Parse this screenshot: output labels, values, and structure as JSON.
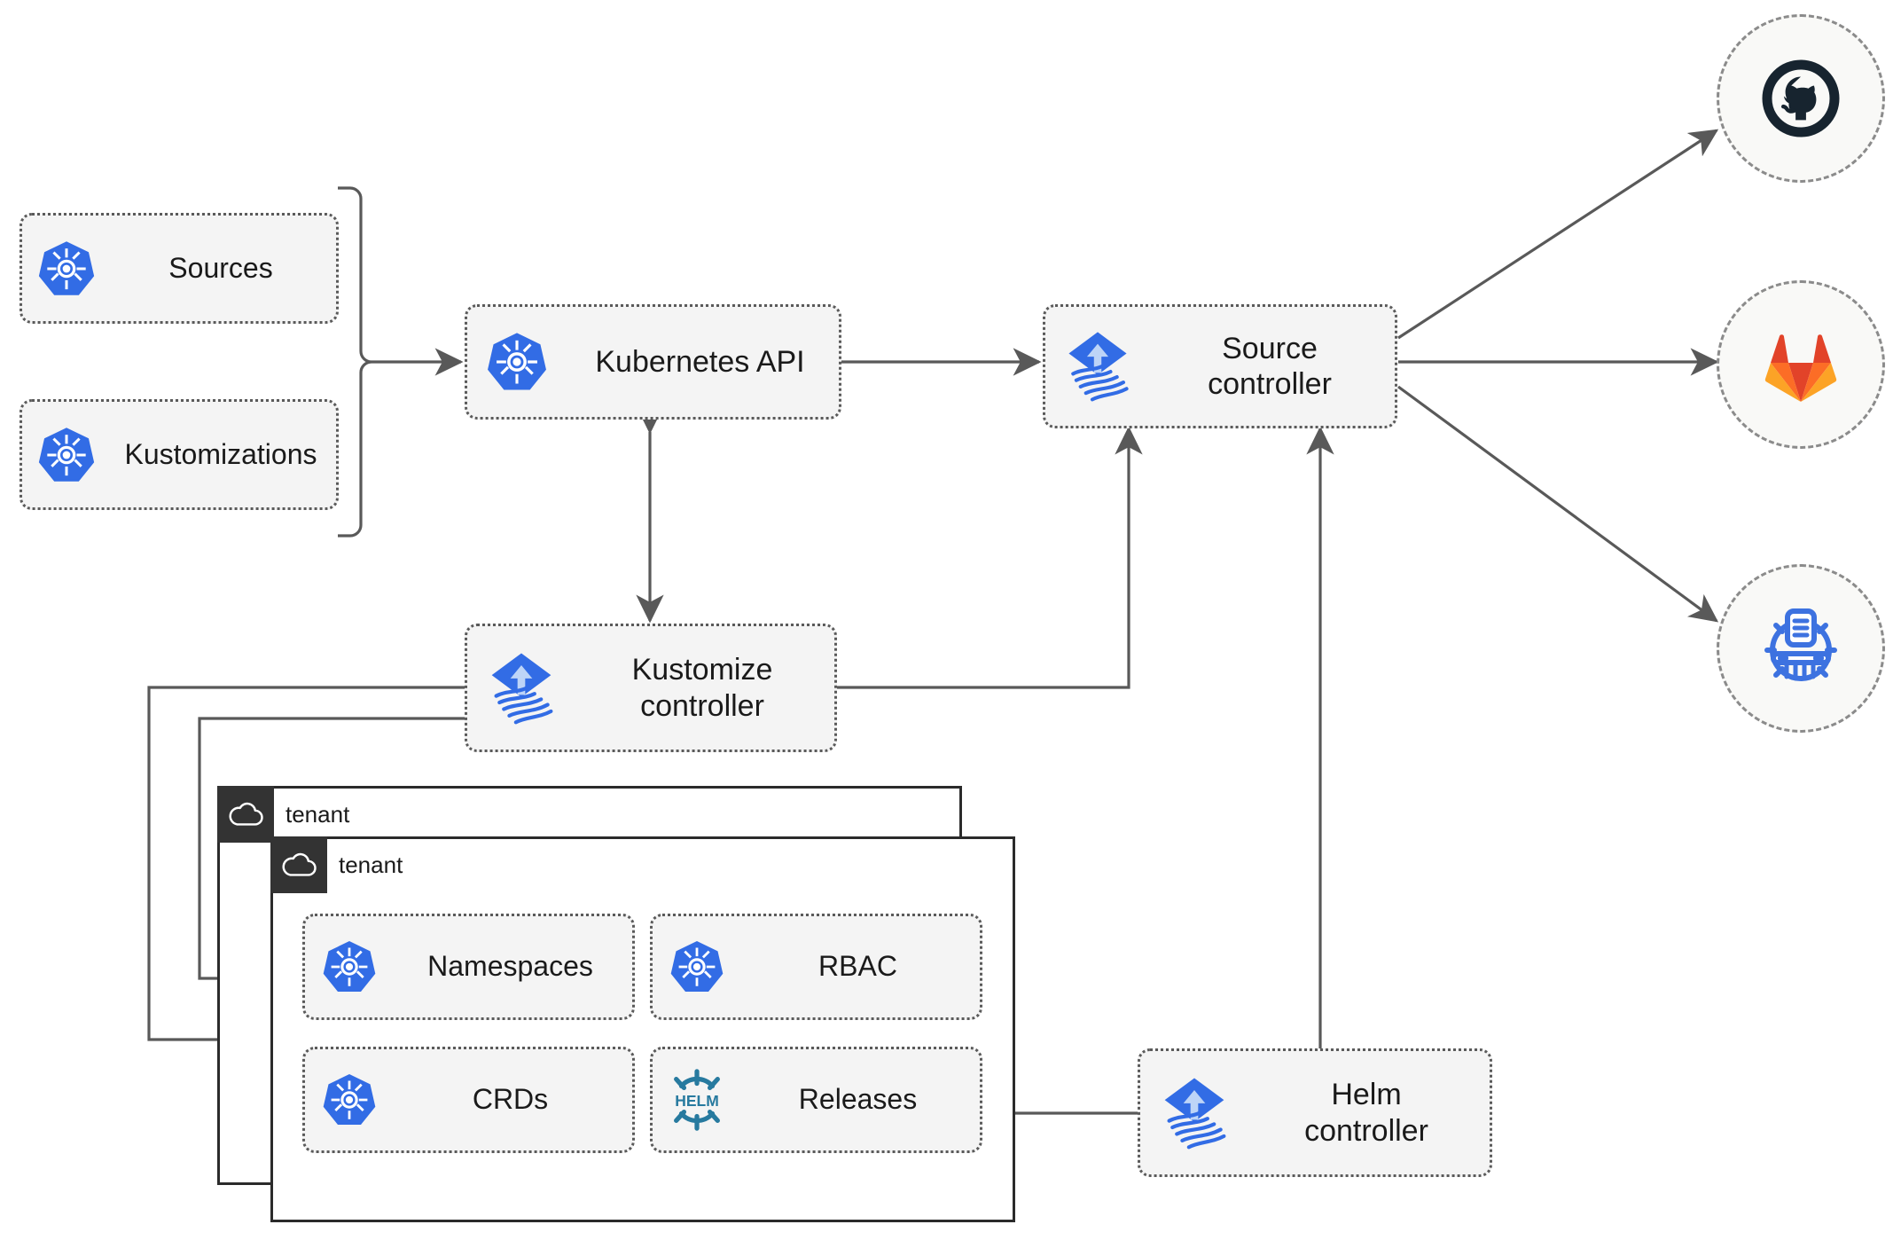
{
  "diagram": {
    "title": "Flux GitOps multi-tenancy architecture",
    "colors": {
      "kubernetes_blue": "#326ce5",
      "flux_blue": "#326ce5",
      "helm_teal": "#277a9f",
      "github_navy": "#17242f",
      "gitlab_orange": "#e24329",
      "gitlab_light_orange": "#fca326",
      "registry_blue": "#3d72e0",
      "edge_gray": "#595959",
      "node_fill": "#f4f4f4",
      "node_border": "#5a5a5a",
      "frame_border": "#2b2b2b",
      "frame_header": "#333333"
    }
  },
  "nodes": {
    "sources": {
      "label": "Sources",
      "icon": "kubernetes-icon"
    },
    "kustomizations": {
      "label": "Kustomizations",
      "icon": "kubernetes-icon"
    },
    "kubernetes_api": {
      "label": "Kubernetes API",
      "icon": "kubernetes-icon"
    },
    "source_ctrl": {
      "label": "Source\ncontroller",
      "icon": "flux-icon"
    },
    "kustomize_ctrl": {
      "label": "Kustomize\ncontroller",
      "icon": "flux-icon"
    },
    "helm_ctrl": {
      "label": "Helm\ncontroller",
      "icon": "flux-icon"
    },
    "namespaces": {
      "label": "Namespaces",
      "icon": "kubernetes-icon"
    },
    "rbac": {
      "label": "RBAC",
      "icon": "kubernetes-icon"
    },
    "crds": {
      "label": "CRDs",
      "icon": "kubernetes-icon"
    },
    "releases": {
      "label": "Releases",
      "icon": "helm-icon"
    }
  },
  "endpoints": [
    {
      "id": "github",
      "icon": "github-icon",
      "name": "GitHub"
    },
    {
      "id": "gitlab",
      "icon": "gitlab-icon",
      "name": "GitLab"
    },
    {
      "id": "registry",
      "icon": "helm-registry-icon",
      "name": "Helm chart registry"
    }
  ],
  "tenants": [
    {
      "label": "tenant",
      "icon": "cloud-icon"
    },
    {
      "label": "tenant",
      "icon": "cloud-icon"
    }
  ]
}
